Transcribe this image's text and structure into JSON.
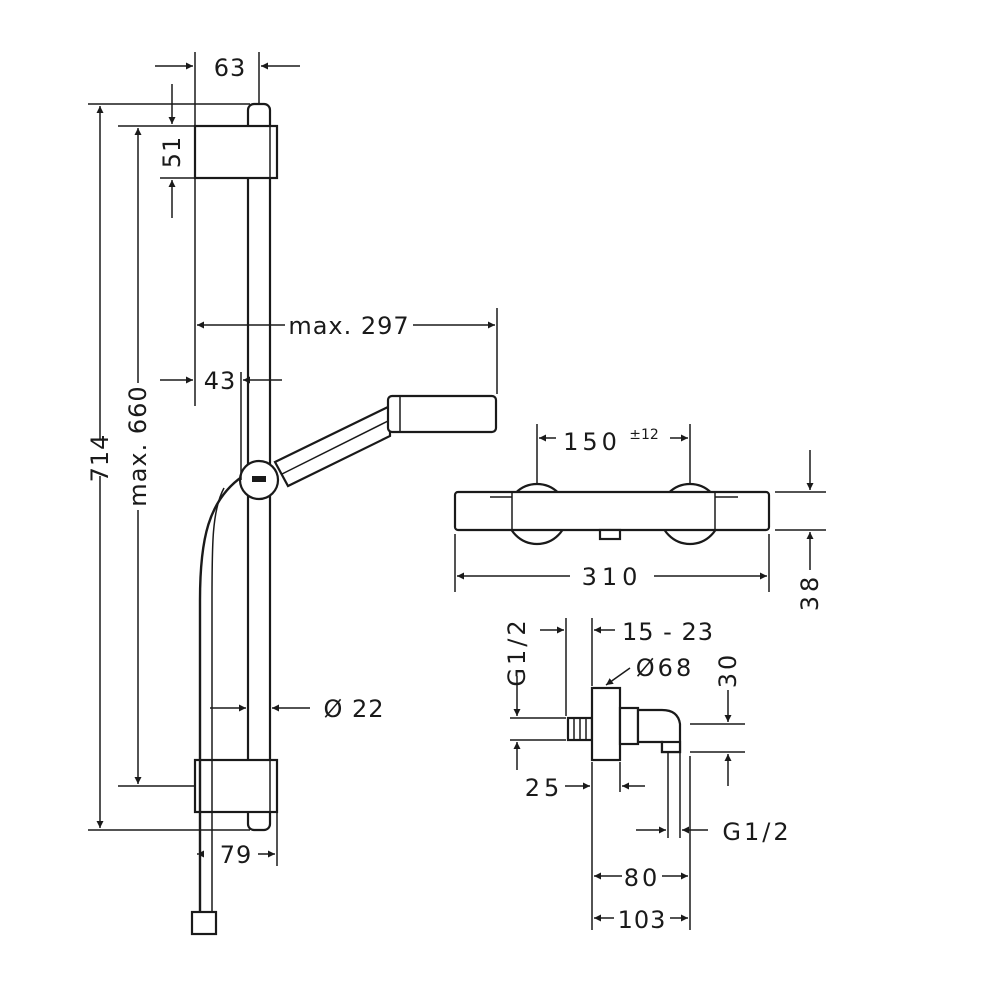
{
  "dimensions": {
    "d63": "63",
    "d51": "51",
    "d714": "714",
    "max660": "max. 660",
    "max297": "max. 297",
    "d43": "43",
    "dia22": "Ø 22",
    "d79": "79",
    "d150": "150",
    "tol12": "±12",
    "d310": "310",
    "d38": "38",
    "g12_left": "G1/2",
    "d15_23": "15 - 23",
    "dia68": "Ø68",
    "d30": "30",
    "d25": "25",
    "g12_right": "G1/2",
    "d80": "80",
    "d103": "103"
  }
}
